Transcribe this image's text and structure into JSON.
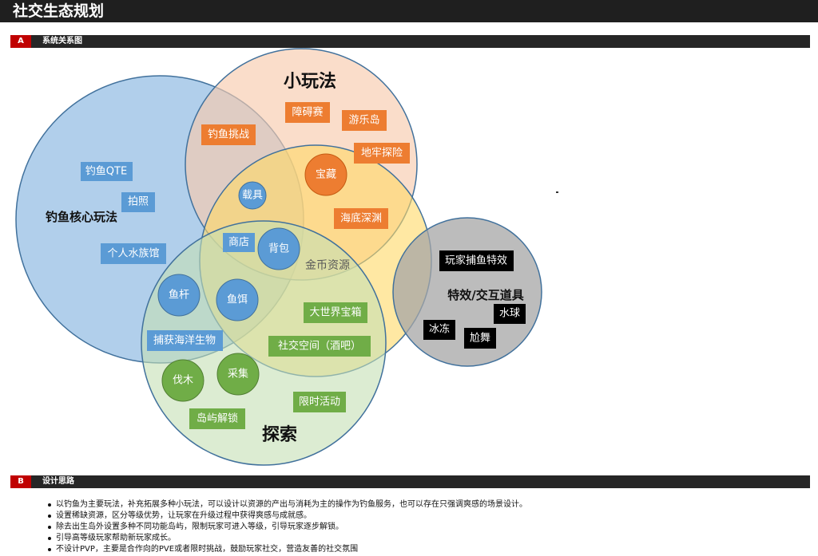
{
  "page": {
    "title": "社交生态规划"
  },
  "section_a": {
    "badge": "A",
    "label": "系统关系图"
  },
  "section_b": {
    "badge": "B",
    "label": "设计思路"
  },
  "circles": {
    "fishing_core": "钓鱼核心玩法",
    "mini_games": "小玩法",
    "gold": "金币资源",
    "explore": "探索",
    "effects": "特效/交互道具"
  },
  "tags": {
    "fishing_qte": "钓鱼QTE",
    "photo": "拍照",
    "aquarium": "个人水族馆",
    "fish_challenge": "钓鱼挑战",
    "obstacle_race": "障碍赛",
    "amusement_island": "游乐岛",
    "dungeon": "地牢探险",
    "treasure": "宝藏",
    "carrier": "载具",
    "abyss": "海底深渊",
    "shop": "商店",
    "backpack": "背包",
    "rod": "鱼杆",
    "bait": "鱼饵",
    "world_chest": "大世界宝箱",
    "catch_sea": "捕获海洋生物",
    "social_bar": "社交空间（酒吧）",
    "logging": "伐木",
    "gather": "采集",
    "limited_event": "限时活动",
    "island_unlock": "岛屿解锁",
    "catch_effect": "玩家捕鱼特效",
    "water_ball": "水球",
    "freeze": "冰冻",
    "awkward_dance": "尬舞"
  },
  "design_points": [
    "以钓鱼为主要玩法，补充拓展多种小玩法，可以设计以资源的产出与消耗为主的操作为钓鱼服务，也可以存在只强调爽感的场景设计。",
    "设置稀缺资源，区分等级优势，让玩家在升级过程中获得爽感与成就感。",
    "除去出生岛外设置多种不同功能岛屿，限制玩家可进入等级，引导玩家逐步解锁。",
    "引导高等级玩家帮助新玩家成长。",
    "不设计PVP，主要是合作向的PVE或者限时挑战，鼓励玩家社交，营造友善的社交氛围"
  ],
  "colors": {
    "blue_circle": "#9dc3e6",
    "orange_circle": "#f8cbad",
    "yellow_circle": "#ffd966",
    "green_circle": "#c5e0b4",
    "gray_circle": "#a6a6a6",
    "blue_tag": "#5b9bd5",
    "orange_tag": "#ed7d31",
    "green_tag": "#70ad47",
    "black_tag": "#000000"
  }
}
